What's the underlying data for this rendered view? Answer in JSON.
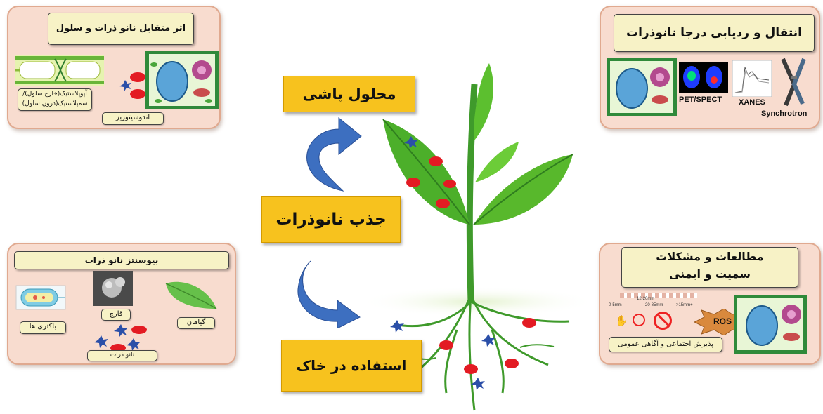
{
  "center": {
    "spraying": "محلول پاشی",
    "absorption": "جذب نانوذرات",
    "soil": "استفاده در خاک"
  },
  "top_left": {
    "title": "اثر متقابل نانو ذرات و سلول",
    "apoplast_line1": "آپوپلاستیک(خارج سلول)/",
    "apoplast_line2": "سمپلاستیک(درون سلول)",
    "endocytosis": "اندوسیتوزیز"
  },
  "top_right": {
    "title": "انتقال و ردیابی درجا نانوذرات",
    "pet": "PET/SPECT",
    "xanes": "XANES",
    "synchrotron": "Synchrotron"
  },
  "bottom_left": {
    "title": "بیوسنتز نانو ذرات",
    "bacteria": "باکتری ها",
    "fungus": "قارچ",
    "plants": "گیاهان",
    "nanoparticles": "نانو ذرات"
  },
  "bottom_right": {
    "title_line1": "مطالعات و مشکلات",
    "title_line2": "سمیت و ایمنی",
    "ros": "ROS",
    "public": "پذیرش اجتماعی و آگاهی عمومی",
    "ruler1": "12-20mm",
    "ruler2": "0-5mm",
    "ruler3": "20-85mm",
    "ruler4": ">15mm+"
  },
  "colors": {
    "panel": "#f8dccf",
    "title_box": "#f7f2c6",
    "center_label": "#f7c21e",
    "arrow": "#3d6fc0",
    "leaf": "#4caf2a",
    "nanoparticle_red": "#e31b23",
    "nanoparticle_blue": "#2b4fa8"
  }
}
